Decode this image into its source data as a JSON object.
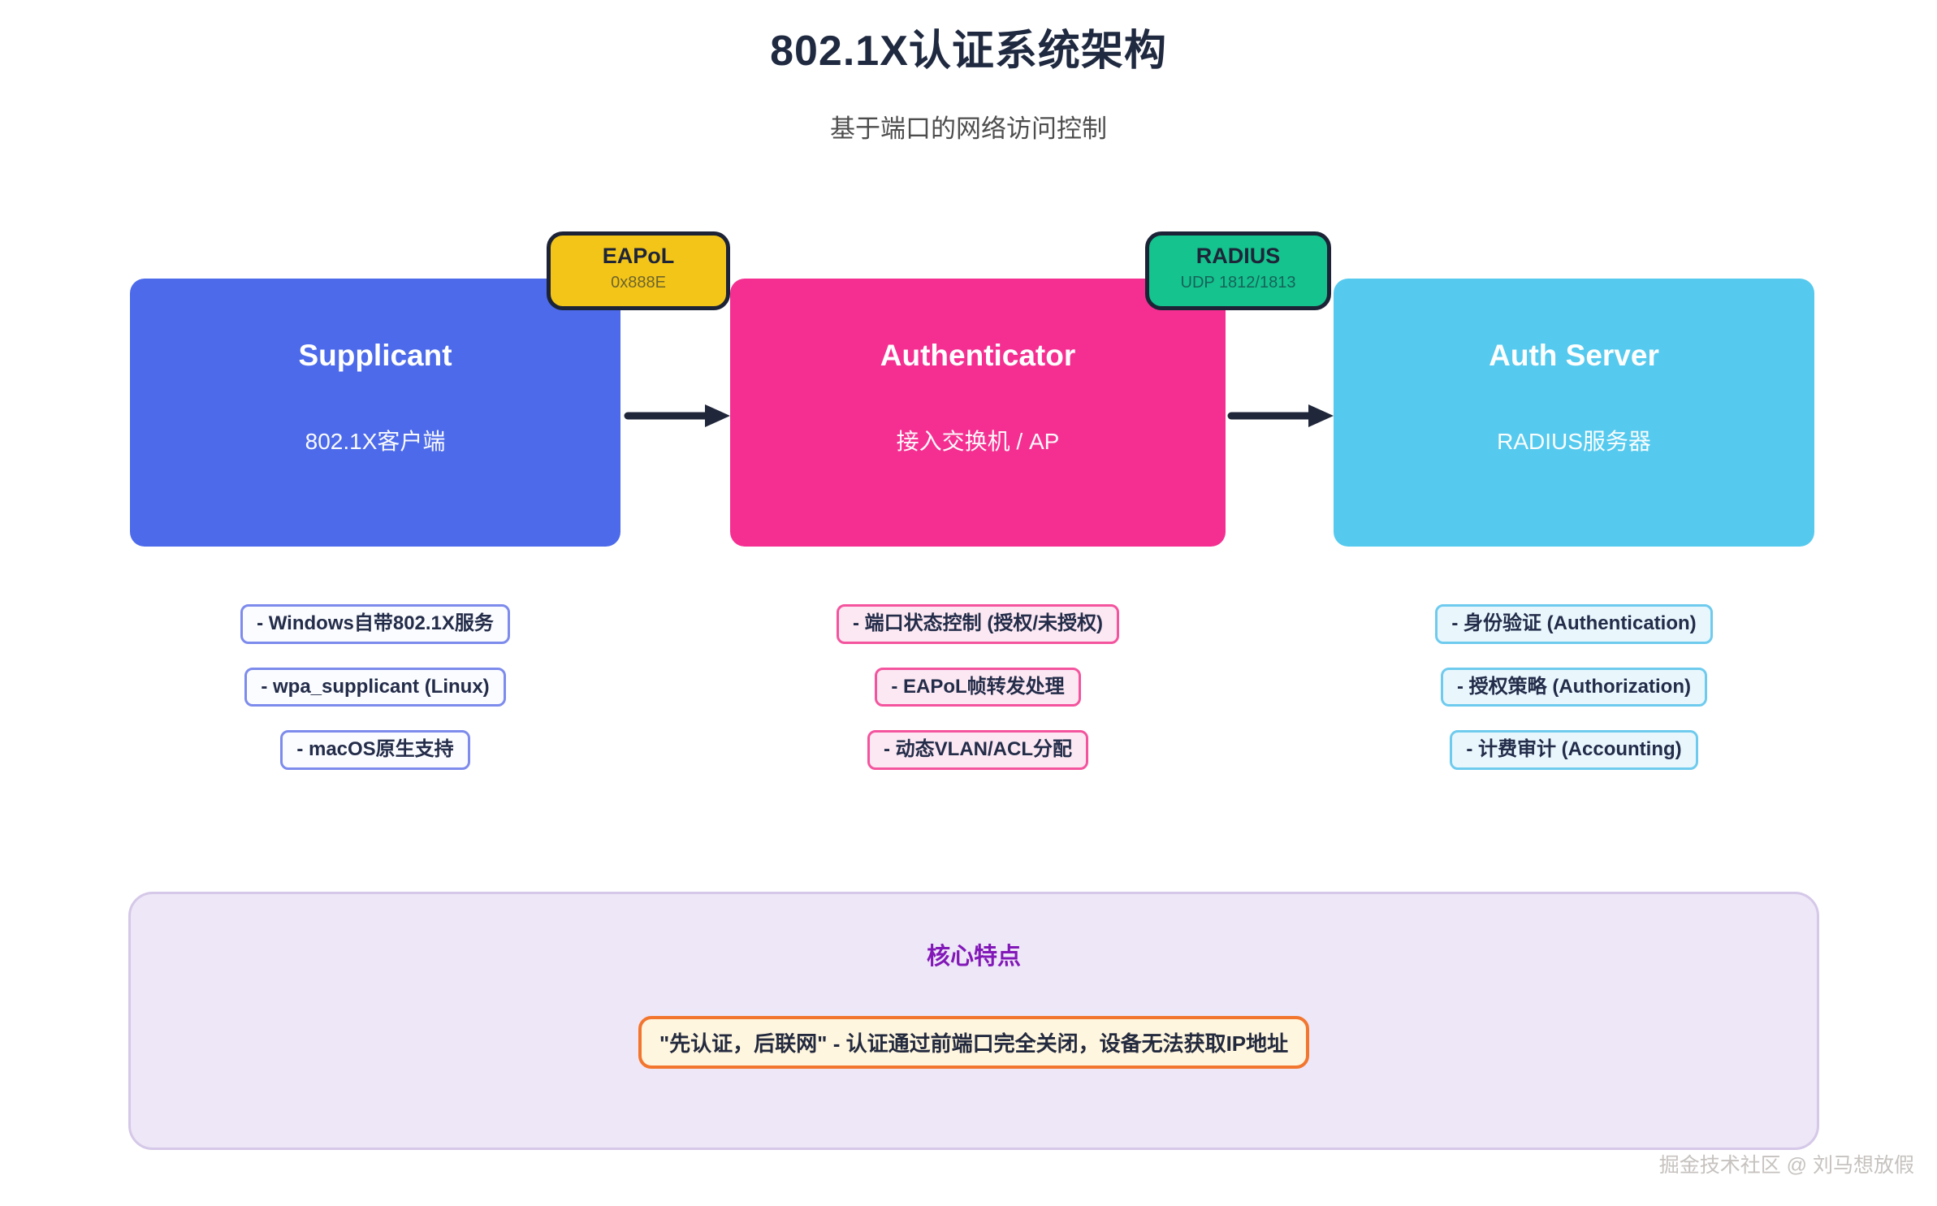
{
  "header": {
    "title": "802.1X认证系统架构",
    "subtitle": "基于端口的网络访问控制"
  },
  "badges": [
    {
      "label": "EAPoL",
      "sublabel": "0x888E",
      "color": "#F4C519"
    },
    {
      "label": "RADIUS",
      "sublabel": "UDP 1812/1813",
      "color": "#14C38E"
    }
  ],
  "nodes": [
    {
      "title": "Supplicant",
      "subtitle": "802.1X客户端",
      "color": "#4C6AEA",
      "features": [
        "- Windows自带802.1X服务",
        "- wpa_supplicant (Linux)",
        "- macOS原生支持"
      ]
    },
    {
      "title": "Authenticator",
      "subtitle": "接入交换机 / AP",
      "color": "#F42F91",
      "features": [
        "- 端口状态控制 (授权/未授权)",
        "- EAPoL帧转发处理",
        "- 动态VLAN/ACL分配"
      ]
    },
    {
      "title": "Auth Server",
      "subtitle": "RADIUS服务器",
      "color": "#55CAEE",
      "features": [
        "- 身份验证 (Authentication)",
        "- 授权策略 (Authorization)",
        "- 计费审计 (Accounting)"
      ]
    }
  ],
  "panel": {
    "title": "核心特点",
    "note": "\"先认证，后联网\" - 认证通过前端口完全关闭，设备无法获取IP地址",
    "title_color": "#8318B8",
    "note_border_color": "#F2762E",
    "note_bg_color": "#FFF6DF",
    "panel_bg_color": "#EDE7F7"
  },
  "arrow_color": "#20273A",
  "watermark": "掘金技术社区 @ 刘马想放假"
}
